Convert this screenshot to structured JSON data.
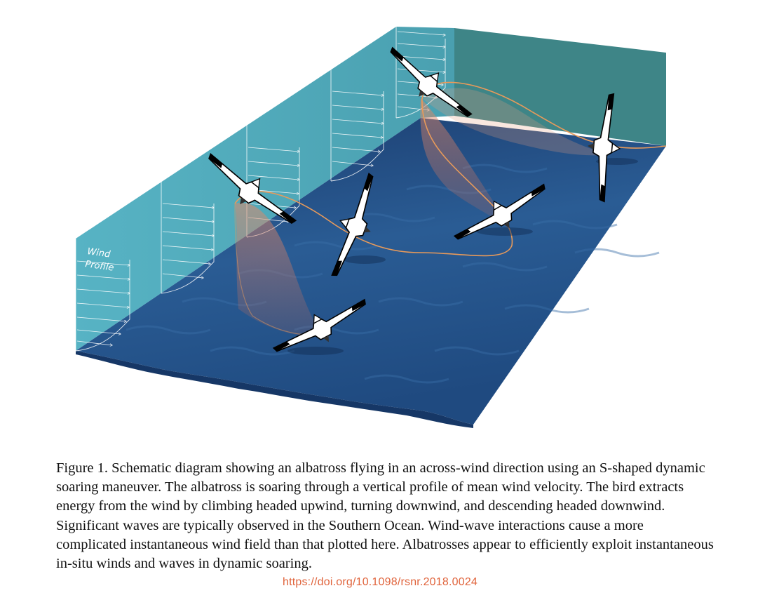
{
  "diagram": {
    "wind_label": "Wind",
    "profile_label": "Profile",
    "colors": {
      "wall_front": "#4fa9ba",
      "wall_back": "#3d8586",
      "ocean": "#1f4d86",
      "ocean_dark": "#1a3f70",
      "flight_path": "#e89a5a",
      "curtain": "#d77a5f"
    },
    "icons": [
      "albatross-icon",
      "wind-arrow-icon"
    ]
  },
  "caption": {
    "text": "Figure 1. Schematic diagram showing an albatross flying in an across-wind direction using an S-shaped dynamic soaring maneuver. The albatross is soaring through a vertical profile of mean wind velocity. The bird extracts energy from the wind by climbing headed upwind, turning downwind, and descending headed downwind. Significant waves are typically observed in the Southern Ocean. Wind-wave interactions cause a more complicated instantaneous wind field than that plotted here. Albatrosses appear to efficiently exploit instantaneous in-situ winds and waves in dynamic soaring.",
    "doi": "https://doi.org/10.1098/rsnr.2018.0024"
  }
}
